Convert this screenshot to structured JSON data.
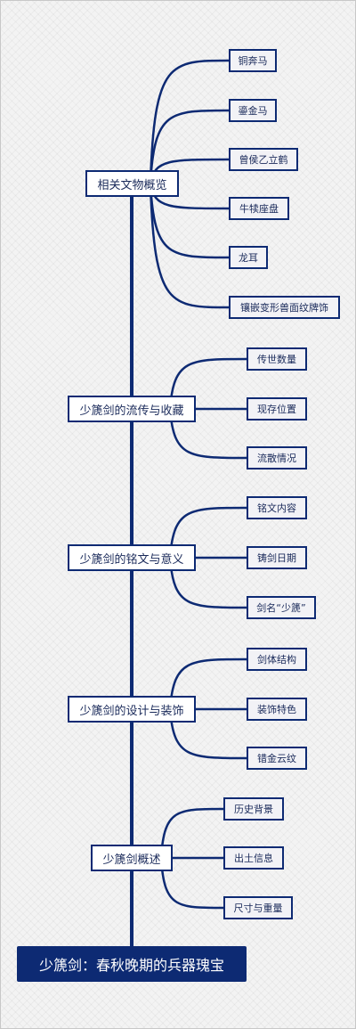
{
  "root": {
    "label": "少篪剑：春秋晚期的兵器瑰宝"
  },
  "branches": [
    {
      "label": "相关文物概览",
      "children": [
        "铜奔马",
        "鎏金马",
        "曾侯乙立鹤",
        "牛犊座盘",
        "龙耳",
        "镶嵌变形兽面纹牌饰"
      ]
    },
    {
      "label": "少篪剑的流传与收藏",
      "children": [
        "传世数量",
        "现存位置",
        "流散情况"
      ]
    },
    {
      "label": "少篪剑的铭文与意义",
      "children": [
        "铭文内容",
        "铸剑日期",
        "剑名“少篪”"
      ]
    },
    {
      "label": "少篪剑的设计与装饰",
      "children": [
        "剑体结构",
        "装饰特色",
        "错金云纹"
      ]
    },
    {
      "label": "少篪剑概述",
      "children": [
        "历史背景",
        "出土信息",
        "尺寸与重量"
      ]
    }
  ],
  "colors": {
    "line": "#0d2a73",
    "root_fill": "#0d2a73",
    "node_border": "#0d2a73",
    "leaf_fill": "#f2f2f6"
  }
}
